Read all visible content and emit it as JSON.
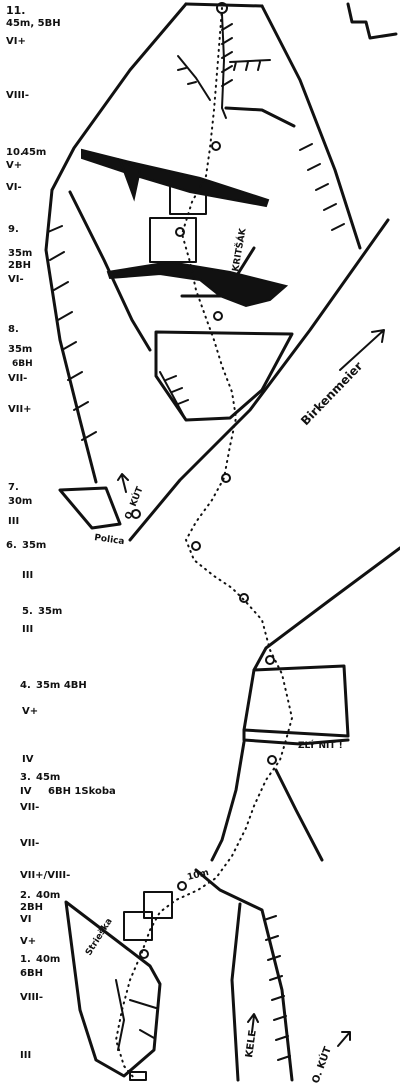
{
  "pitches": [
    {
      "pitch": "11.",
      "length": "45m, 5BH",
      "grades": [
        "VI+",
        "VIII-"
      ]
    },
    {
      "pitch": "10.",
      "length": "45m",
      "grades": [
        "V+",
        "VI-"
      ]
    },
    {
      "pitch": "9.",
      "length": "35m",
      "bolts": "2BH",
      "grades": [
        "VI-"
      ]
    },
    {
      "pitch": "8.",
      "length": "35m",
      "bolts": "6BH",
      "grades": [
        "VII-",
        "VII+"
      ]
    },
    {
      "pitch": "7.",
      "length": "30m",
      "grades": [
        "III"
      ]
    },
    {
      "pitch": "6.",
      "length": "35m",
      "grades": [
        "III"
      ]
    },
    {
      "pitch": "5.",
      "length": "35m",
      "grades": [
        "III"
      ]
    },
    {
      "pitch": "4.",
      "length": "35m 4BH",
      "grades": [
        "V+",
        "IV"
      ]
    },
    {
      "pitch": "3.",
      "length": "45m",
      "grades": [
        "IV",
        "VII-",
        "VII-",
        "VII+/VIII-"
      ],
      "bolts": "6BH 1Skoba"
    },
    {
      "pitch": "2.",
      "length": "40m",
      "bolts": "2BH",
      "grades": [
        "VI",
        "V+"
      ]
    },
    {
      "pitch": "1.",
      "length": "40m",
      "bolts": "6BH",
      "grades": [
        "VIII-",
        "III"
      ]
    }
  ],
  "annotations": {
    "kritsak": "KRITŠÁK",
    "birkenmeier": "Birkenmeier",
    "o_kut_top": "O. KÚT",
    "polica": "Polica",
    "zly_nit": "ZLÝ NIT !",
    "ten_m": "10m",
    "strieska": "Strieška",
    "kele": "KELE",
    "o_kut_bottom": "O. KÚT"
  }
}
